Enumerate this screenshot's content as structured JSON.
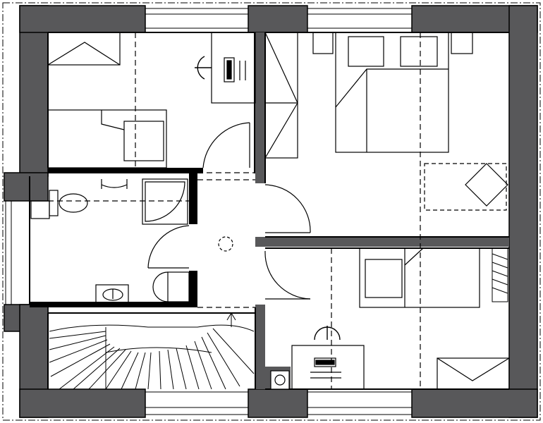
{
  "colors": {
    "background": "#ffffff",
    "wall": "#58585a",
    "line": "#000000",
    "dashed": "#000000"
  },
  "rooms": [
    {
      "id": "bedroom-top-left",
      "kind": "bedroom"
    },
    {
      "id": "bathroom",
      "kind": "bathroom"
    },
    {
      "id": "stair-hall",
      "kind": "staircase"
    },
    {
      "id": "master-bedroom",
      "kind": "bedroom"
    },
    {
      "id": "bedroom-bottom-right",
      "kind": "bedroom"
    },
    {
      "id": "hallway",
      "kind": "hallway"
    }
  ],
  "icons": [
    "door-swing-icon",
    "bed-icon",
    "desk-icon",
    "chair-icon",
    "toilet-icon",
    "shower-icon",
    "sink-icon",
    "stairs-icon",
    "wardrobe-icon",
    "chimney-icon",
    "ceiling-light-icon"
  ]
}
